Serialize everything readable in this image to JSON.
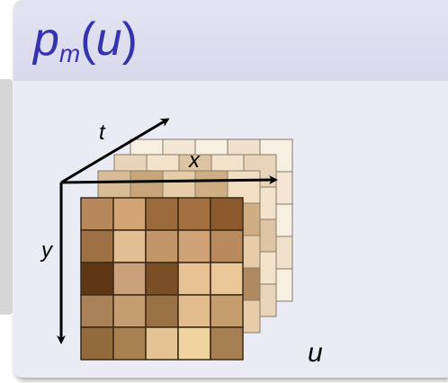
{
  "title": {
    "base": "p",
    "subscript": "m",
    "open_paren": "(",
    "argument": "u",
    "close_paren": ")"
  },
  "diagram": {
    "axis_labels": {
      "t": "t",
      "x": "x",
      "y": "y"
    },
    "volume_label": "u",
    "grid_rows": 5,
    "grid_cols": 5,
    "layers": [
      {
        "name": "layer-back",
        "colors": [
          [
            "#f7efe2",
            "#f3e6d4",
            "#f7efe2",
            "#efe0cb",
            "#f7efe2"
          ],
          [
            "#f3e6d4",
            "#f7efe2",
            "#efe0cb",
            "#f7efe2",
            "#f3e6d4"
          ],
          [
            "#efe0cb",
            "#f3e6d4",
            "#f7efe2",
            "#f3e6d4",
            "#f7efe2"
          ],
          [
            "#f7efe2",
            "#efe0cb",
            "#f3e6d4",
            "#f7efe2",
            "#efe0cb"
          ],
          [
            "#f3e6d4",
            "#f7efe2",
            "#efe0cb",
            "#f3e6d4",
            "#f7efe2"
          ]
        ]
      },
      {
        "name": "layer-3",
        "colors": [
          [
            "#e8d4b8",
            "#f1e3cc",
            "#ddc4a2",
            "#f1e3cc",
            "#e8d4b8"
          ],
          [
            "#ddc4a2",
            "#e8d4b8",
            "#f1e3cc",
            "#d7ba94",
            "#f1e3cc"
          ],
          [
            "#f1e3cc",
            "#d7ba94",
            "#e8d4b8",
            "#f1e3cc",
            "#ddc4a2"
          ],
          [
            "#e8d4b8",
            "#f1e3cc",
            "#ddc4a2",
            "#e8d4b8",
            "#f1e3cc"
          ],
          [
            "#ddc4a2",
            "#e8d4b8",
            "#f1e3cc",
            "#ddc4a2",
            "#e8d4b8"
          ]
        ]
      },
      {
        "name": "layer-2",
        "colors": [
          [
            "#d8bc96",
            "#c9a57a",
            "#e6cca8",
            "#d0ae84",
            "#f2dfc2"
          ],
          [
            "#c9a57a",
            "#e6cca8",
            "#b99466",
            "#e6cca8",
            "#d0ae84"
          ],
          [
            "#e6cca8",
            "#d0ae84",
            "#d8bc96",
            "#b99466",
            "#e6cca8"
          ],
          [
            "#d0ae84",
            "#e6cca8",
            "#c9a57a",
            "#e6cca8",
            "#b08a5e"
          ],
          [
            "#f2dfc2",
            "#c9a57a",
            "#e6cca8",
            "#d0ae84",
            "#e6cca8"
          ]
        ]
      },
      {
        "name": "layer-front",
        "colors": [
          [
            "#b5875a",
            "#d2a473",
            "#9b6a3c",
            "#a4703f",
            "#8d5a2e"
          ],
          [
            "#9e7144",
            "#e2bf92",
            "#c29668",
            "#cfa277",
            "#b8895c"
          ],
          [
            "#5e3814",
            "#c9a07a",
            "#7b4f25",
            "#e6c295",
            "#e9c799"
          ],
          [
            "#ab8258",
            "#c69d70",
            "#9a7145",
            "#e1bd8e",
            "#c69d6c"
          ],
          [
            "#93693e",
            "#a9804f",
            "#e4c293",
            "#f0d29c",
            "#a67f53"
          ]
        ]
      }
    ],
    "colors": {
      "title": "#3434b0",
      "grid_line": "#3a2a18",
      "axis": "#000000"
    }
  }
}
